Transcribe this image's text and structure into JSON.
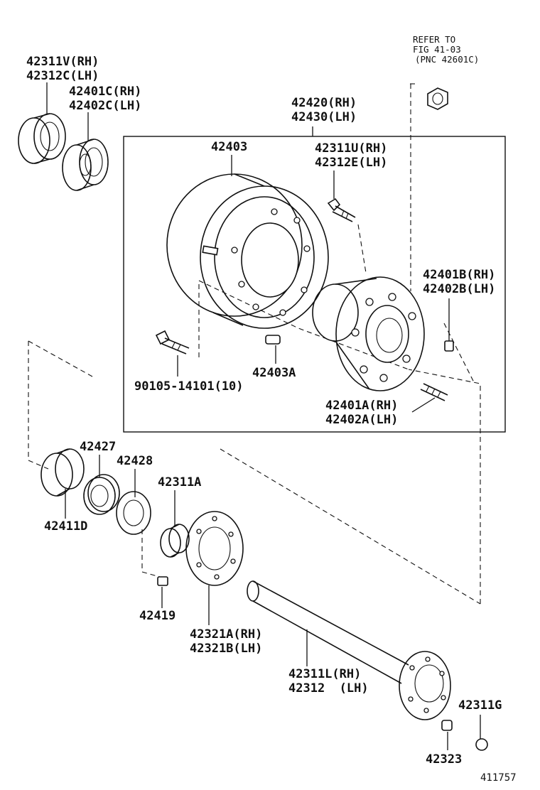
{
  "figure_id": "411757",
  "refer": {
    "line1": "REFER TO",
    "line2": "FIG 41-03",
    "line3": "(PNC 42601C)"
  },
  "labels": {
    "p42311V": "42311V(RH)",
    "p42312C": "42312C(LH)",
    "p42401C": "42401C(RH)",
    "p42402C": "42402C(LH)",
    "p42420": "42420(RH)",
    "p42430": "42430(LH)",
    "p42403": "42403",
    "p42311U": "42311U(RH)",
    "p42312E": "42312E(LH)",
    "p42401B": "42401B(RH)",
    "p42402B": "42402B(LH)",
    "p90105": "90105-14101(10)",
    "p42403A": "42403A",
    "p42401A": "42401A(RH)",
    "p42402A": "42402A(LH)",
    "p42427": "42427",
    "p42428": "42428",
    "p42311A": "42311A",
    "p42411D": "42411D",
    "p42419": "42419",
    "p42321A": "42321A(RH)",
    "p42321B": "42321B(LH)",
    "p42311L": "42311L(RH)",
    "p42312": "42312  (LH)",
    "p42311G": "42311G",
    "p42323": "42323"
  }
}
